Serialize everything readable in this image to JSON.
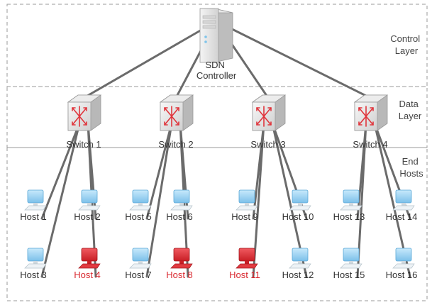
{
  "layers": {
    "control": [
      "Control",
      "Layer"
    ],
    "data": [
      "Data",
      "Layer"
    ],
    "end": [
      "End",
      "Hosts"
    ]
  },
  "controller": {
    "label": [
      "SDN",
      "Controller"
    ]
  },
  "switches": [
    {
      "label": "Switch 1"
    },
    {
      "label": "Switch 2"
    },
    {
      "label": "Switch 3"
    },
    {
      "label": "Switch 4"
    }
  ],
  "hosts": [
    {
      "label": "Host 1",
      "state": "normal"
    },
    {
      "label": "Host 2",
      "state": "normal"
    },
    {
      "label": "Host 3",
      "state": "normal"
    },
    {
      "label": "Host 4",
      "state": "compromised"
    },
    {
      "label": "Host 5",
      "state": "normal"
    },
    {
      "label": "Host 6",
      "state": "normal"
    },
    {
      "label": "Host 7",
      "state": "normal"
    },
    {
      "label": "Host 8",
      "state": "compromised"
    },
    {
      "label": "Host 9",
      "state": "normal"
    },
    {
      "label": "Host 10",
      "state": "normal"
    },
    {
      "label": "Host 11",
      "state": "compromised"
    },
    {
      "label": "Host 12",
      "state": "normal"
    },
    {
      "label": "Host 13",
      "state": "normal"
    },
    {
      "label": "Host 14",
      "state": "normal"
    },
    {
      "label": "Host 15",
      "state": "normal"
    },
    {
      "label": "Host 16",
      "state": "normal"
    }
  ],
  "colors": {
    "link": "#6b6b6b",
    "normal_host": "#9fd3f2",
    "compromised_host": "#d9282f",
    "compromised_label": "#d9282f",
    "switch_arrows": "#e0353c"
  }
}
